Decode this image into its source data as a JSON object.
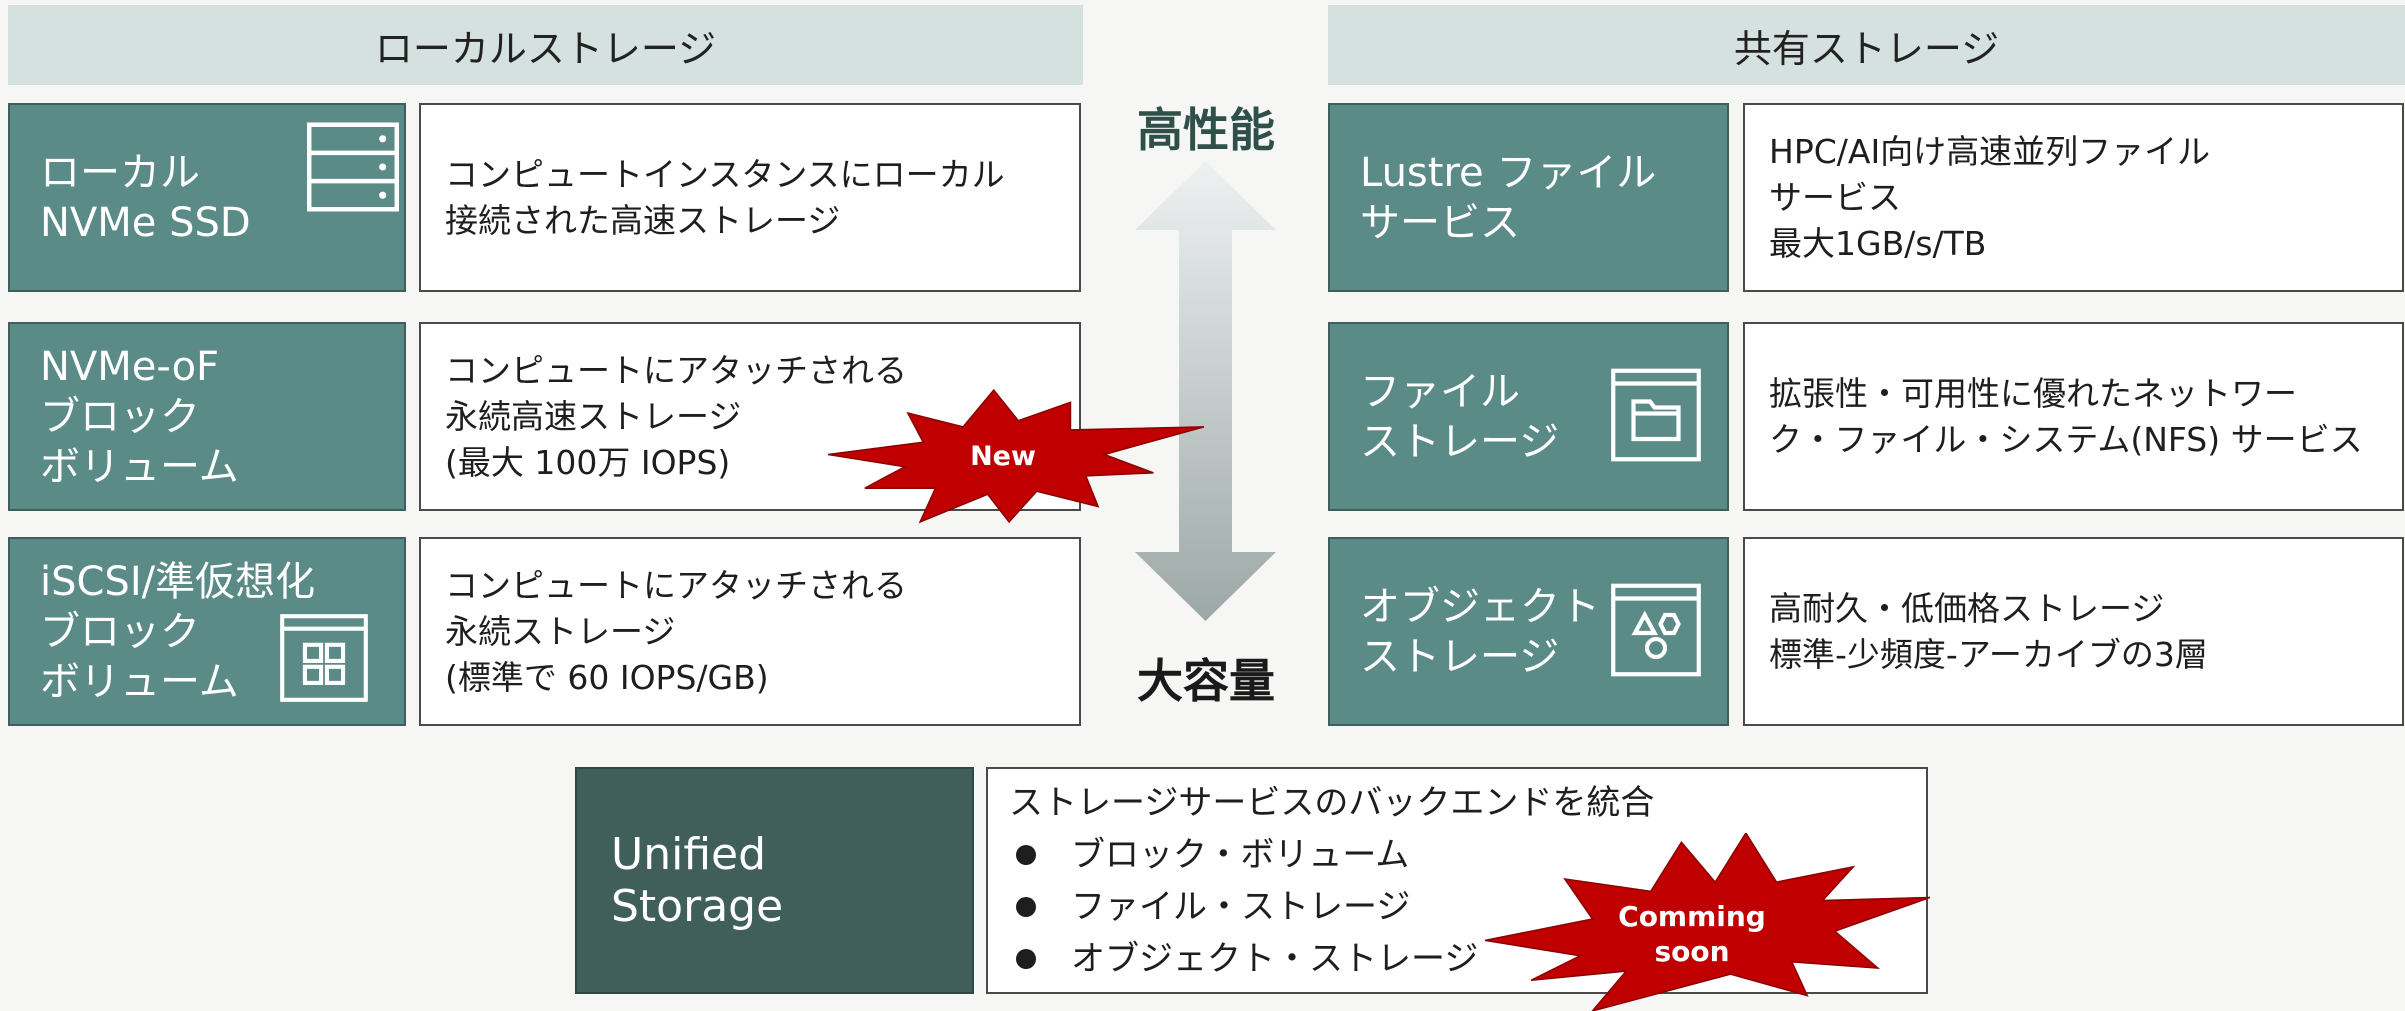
{
  "colors": {
    "background": "#f6f6f4",
    "header_bg": "#d4e1de",
    "service_box": "#5b8b86",
    "unified_box": "#405f5b",
    "badge_red": "#c00000",
    "performance_label": "#2f4f49"
  },
  "local_storage": {
    "header": "ローカルストレージ",
    "services": [
      {
        "name_lines": [
          "ローカル",
          "NVMe SSD"
        ],
        "icon": "server-icon",
        "description_lines": [
          "コンピュートインスタンスにローカル",
          "接続された高速ストレージ"
        ]
      },
      {
        "name_lines": [
          "NVMe-oF",
          "ブロック",
          "ボリューム"
        ],
        "description_lines": [
          "コンピュートにアタッチされる",
          "永続高速ストレージ",
          "(最大 100万 IOPS)"
        ],
        "badge": "New"
      },
      {
        "name_lines": [
          "iSCSI/準仮想化",
          "ブロック",
          "ボリューム"
        ],
        "icon": "grid-window-icon",
        "description_lines": [
          "コンピュートにアタッチされる",
          "永続ストレージ",
          "(標準で 60 IOPS/GB)"
        ]
      }
    ]
  },
  "shared_storage": {
    "header": "共有ストレージ",
    "services": [
      {
        "name_lines": [
          "Lustre ファイル",
          "サービス"
        ],
        "description_lines": [
          "HPC/AI向け高速並列ファイル",
          "サービス",
          "最大1GB/s/TB"
        ]
      },
      {
        "name_lines": [
          "ファイル",
          "ストレージ"
        ],
        "icon": "folder-window-icon",
        "description_lines": [
          "拡張性・可用性に優れたネットワー",
          "ク・ファイル・システム(NFS) サービス"
        ]
      },
      {
        "name_lines": [
          "オブジェクト",
          "ストレージ"
        ],
        "icon": "shapes-window-icon",
        "description_lines": [
          "高耐久・低価格ストレージ",
          "標準-少頻度-アーカイブの3層"
        ]
      }
    ]
  },
  "scale": {
    "top": "高性能",
    "bottom": "大容量"
  },
  "unified_storage": {
    "name_lines": [
      "Unified",
      "Storage"
    ],
    "summary": "ストレージサービスのバックエンドを統合",
    "bullets": [
      "ブロック・ボリューム",
      "ファイル・ストレージ",
      "オブジェクト・ストレージ"
    ],
    "badge_lines": [
      "Comming",
      "soon"
    ]
  }
}
